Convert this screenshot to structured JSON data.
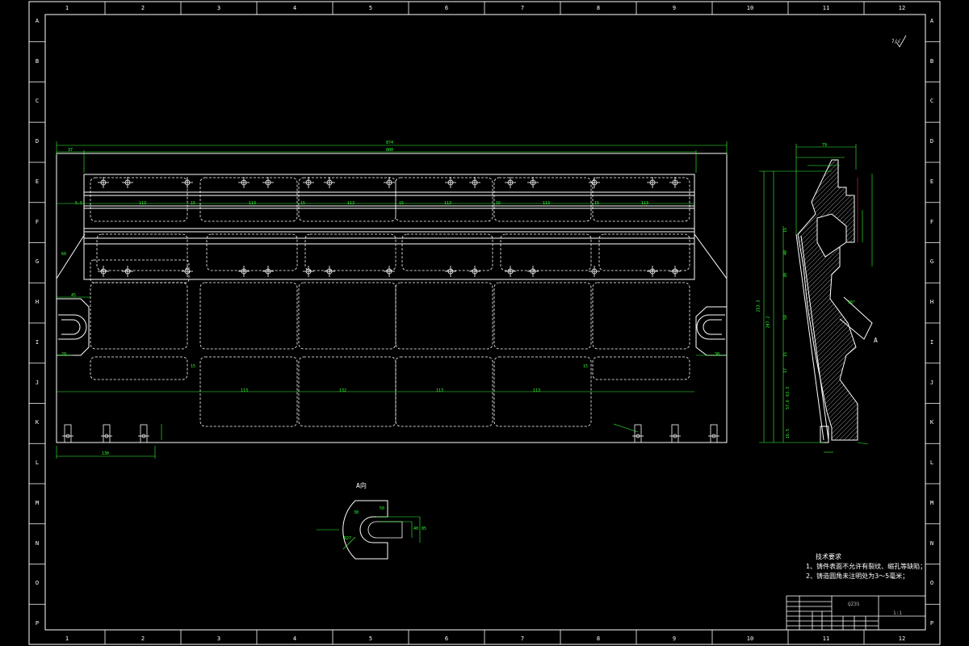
{
  "drawing": {
    "zone_columns": [
      "1",
      "2",
      "3",
      "4",
      "5",
      "6",
      "7",
      "8",
      "9",
      "10",
      "11",
      "12"
    ],
    "zone_rows": [
      "A",
      "B",
      "C",
      "D",
      "E",
      "F",
      "G",
      "H",
      "I",
      "J",
      "K",
      "L",
      "M",
      "N",
      "O",
      "P"
    ],
    "view_label": "A向",
    "section_marker": "A",
    "roughness_mark": "7/√",
    "technical_requirements": {
      "title": "技术要求",
      "item1": "1、铸件表面不允许有裂纹、缩孔等缺陷；",
      "item2": "2、铸造圆角未注明处为3～5毫米；"
    },
    "title_block": {
      "material": "QZ35",
      "scale": "1:1"
    },
    "colors": {
      "line": "#ffffff",
      "dimension": "#33ff33",
      "centerline": "#dd3333"
    }
  },
  "dimensions": {
    "overall_width": "874",
    "inner_width": "800",
    "left_offset": "37",
    "left_margin": "45",
    "bay_widths": [
      "113",
      "113",
      "113",
      "113",
      "113",
      "113"
    ],
    "gap": "15",
    "bottom_bays": [
      "113",
      "132",
      "113",
      "113"
    ],
    "bottom_left": "130",
    "side_top": "79",
    "side_width": "30",
    "side_height_total": "253.3",
    "side_height_inner": "207.2",
    "side_stack": [
      "15",
      "40",
      "30",
      "58",
      "15",
      "17",
      "63.3",
      "57.6",
      "16.5"
    ],
    "angle": "38°",
    "misc_left": [
      "20",
      "60",
      "5.5",
      "45"
    ]
  },
  "aview": {
    "dims": [
      "50",
      "85",
      "40",
      "30",
      "R27"
    ]
  }
}
